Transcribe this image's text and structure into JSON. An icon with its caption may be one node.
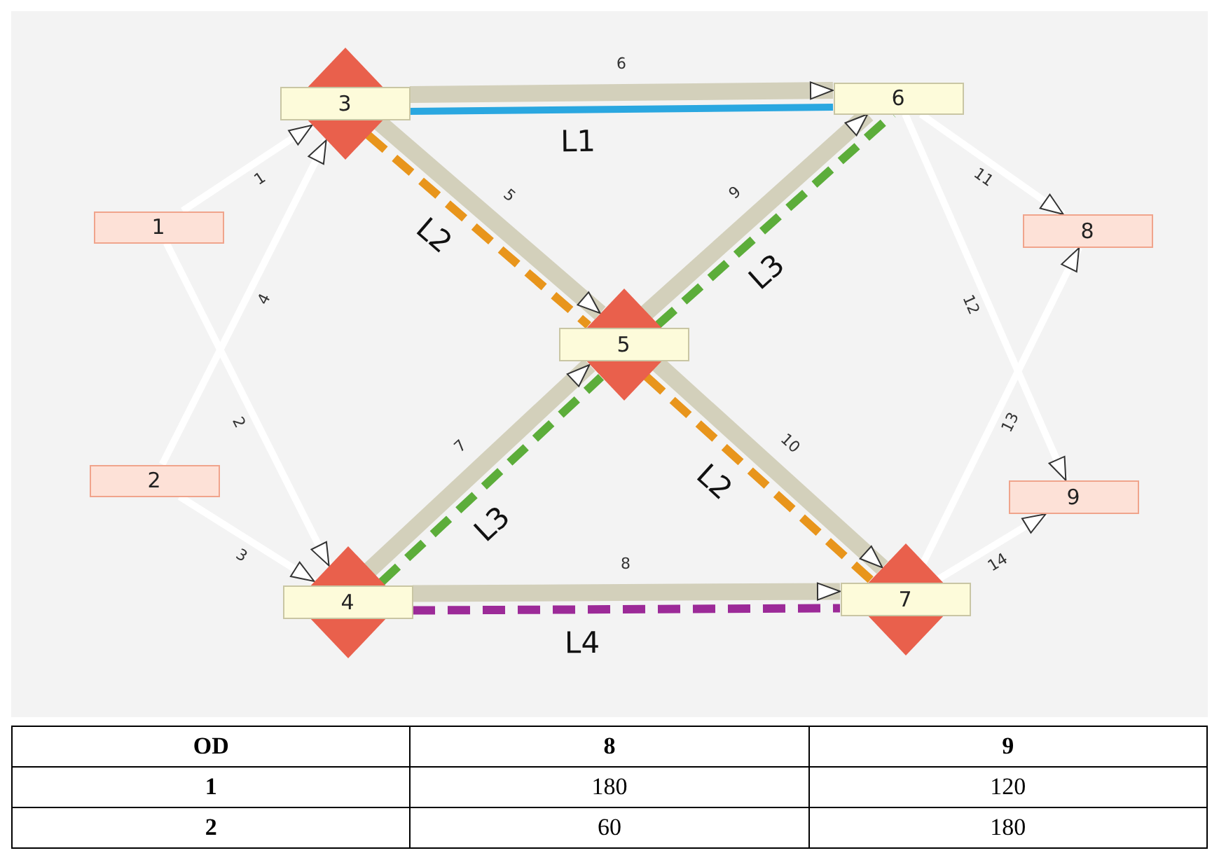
{
  "diagram": {
    "nodes": [
      {
        "text": [
          "1"
        ]
      },
      {
        "text": [
          "2"
        ]
      },
      {
        "text": [
          "3"
        ]
      },
      {
        "text": [
          "4"
        ]
      },
      {
        "text": [
          "5"
        ]
      },
      {
        "text": [
          "6"
        ]
      },
      {
        "text": [
          "7"
        ]
      },
      {
        "text": [
          "8"
        ]
      },
      {
        "text": [
          "9"
        ]
      }
    ],
    "edges": [
      {
        "from": 0,
        "to": 2,
        "arrow": "to",
        "label": "1",
        "color": "#ffffff"
      },
      {
        "from": 0,
        "to": 3,
        "arrow": "to",
        "label": "2",
        "color": "#ffffff"
      },
      {
        "from": 1,
        "to": 3,
        "arrow": "to",
        "label": "3",
        "color": "#ffffff"
      },
      {
        "from": 1,
        "to": 2,
        "arrow": "to",
        "label": "4",
        "color": "#ffffff"
      },
      {
        "from": 2,
        "to": 4,
        "arrow": "to",
        "label": "5",
        "style": "thick",
        "color": "#d3d0bb"
      },
      {
        "from": 2,
        "to": 5,
        "arrow": "to",
        "label": "6",
        "style": "thick",
        "color": "#d3d0bb"
      },
      {
        "from": 3,
        "to": 4,
        "arrow": "to",
        "label": "7",
        "style": "thick",
        "color": "#d3d0bb"
      },
      {
        "from": 3,
        "to": 6,
        "arrow": "to",
        "label": "8",
        "style": "thick",
        "color": "#d3d0bb"
      },
      {
        "from": 4,
        "to": 5,
        "arrow": "to",
        "label": "9",
        "style": "thick",
        "color": "#d3d0bb"
      },
      {
        "from": 4,
        "to": 6,
        "arrow": "to",
        "label": "10",
        "style": "thick",
        "color": "#d3d0bb"
      },
      {
        "from": 5,
        "to": 7,
        "arrow": "to",
        "label": "11",
        "color": "#ffffff"
      },
      {
        "from": 5,
        "to": 8,
        "arrow": "to",
        "label": "12",
        "color": "#ffffff"
      },
      {
        "from": 6,
        "to": 7,
        "arrow": "to",
        "label": "13",
        "color": "#ffffff"
      },
      {
        "from": 6,
        "to": 8,
        "arrow": "to",
        "label": "14",
        "color": "#ffffff"
      },
      {
        "from": 2,
        "to": 5,
        "arrow": "none",
        "label": "L1",
        "color": "#2aa7e0"
      },
      {
        "from": 2,
        "to": 4,
        "arrow": "none",
        "label": "L2",
        "style": "dashed",
        "color": "#e8951c"
      },
      {
        "from": 4,
        "to": 6,
        "arrow": "none",
        "label": "L2",
        "style": "dashed",
        "color": "#e8951c"
      },
      {
        "from": 3,
        "to": 4,
        "arrow": "none",
        "label": "L3",
        "style": "dashed",
        "color": "#5cad3a"
      },
      {
        "from": 4,
        "to": 5,
        "arrow": "none",
        "label": "L3",
        "style": "dashed",
        "color": "#5cad3a"
      },
      {
        "from": 3,
        "to": 6,
        "arrow": "none",
        "label": "L4",
        "style": "dashed",
        "color": "#9c2a98"
      }
    ],
    "labels": [
      "OD",
      "8",
      "9",
      "1",
      "180",
      "120",
      "2",
      "60",
      "180"
    ]
  }
}
